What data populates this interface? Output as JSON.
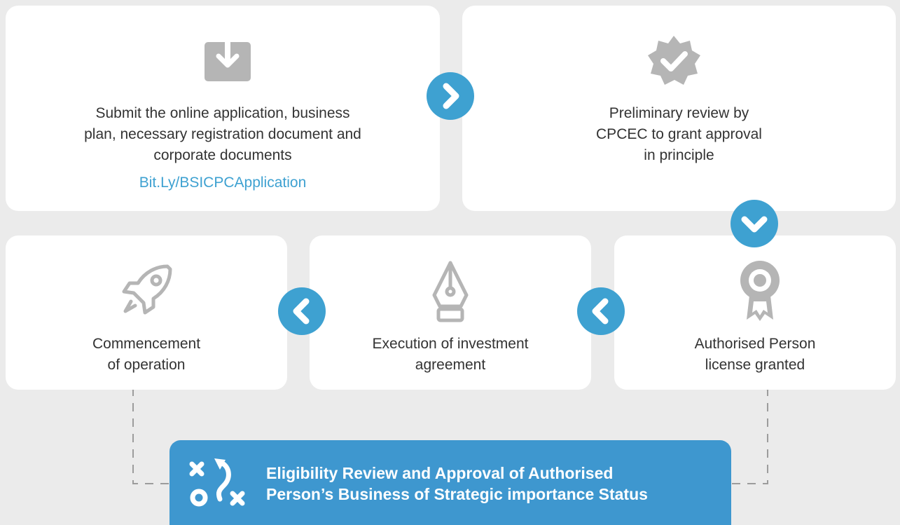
{
  "steps": {
    "submit": {
      "line1": "Submit the online application, business",
      "line2": "plan, necessary registration document and",
      "line3": "corporate documents",
      "link": "Bit.Ly/BSICPCApplication"
    },
    "review": {
      "line1": "Preliminary review by",
      "line2": "CPCEC to grant approval",
      "line3": "in principle"
    },
    "license": {
      "line1": "Authorised Person",
      "line2": "license granted"
    },
    "agreement": {
      "line1": "Execution of investment",
      "line2": "agreement"
    },
    "commence": {
      "line1": "Commencement",
      "line2": "of operation"
    }
  },
  "banner": {
    "line1": "Eligibility Review and Approval of Authorised",
    "line2": "Person’s Business of Strategic importance Status"
  },
  "colors": {
    "accent": "#3ea1d1",
    "banner": "#3e97cf",
    "icon": "#b5b5b5",
    "background": "#ebebeb"
  },
  "icons": [
    "download-icon",
    "verified-badge-icon",
    "award-ribbon-icon",
    "fountain-pen-icon",
    "rocket-icon",
    "strategy-play-icon"
  ]
}
